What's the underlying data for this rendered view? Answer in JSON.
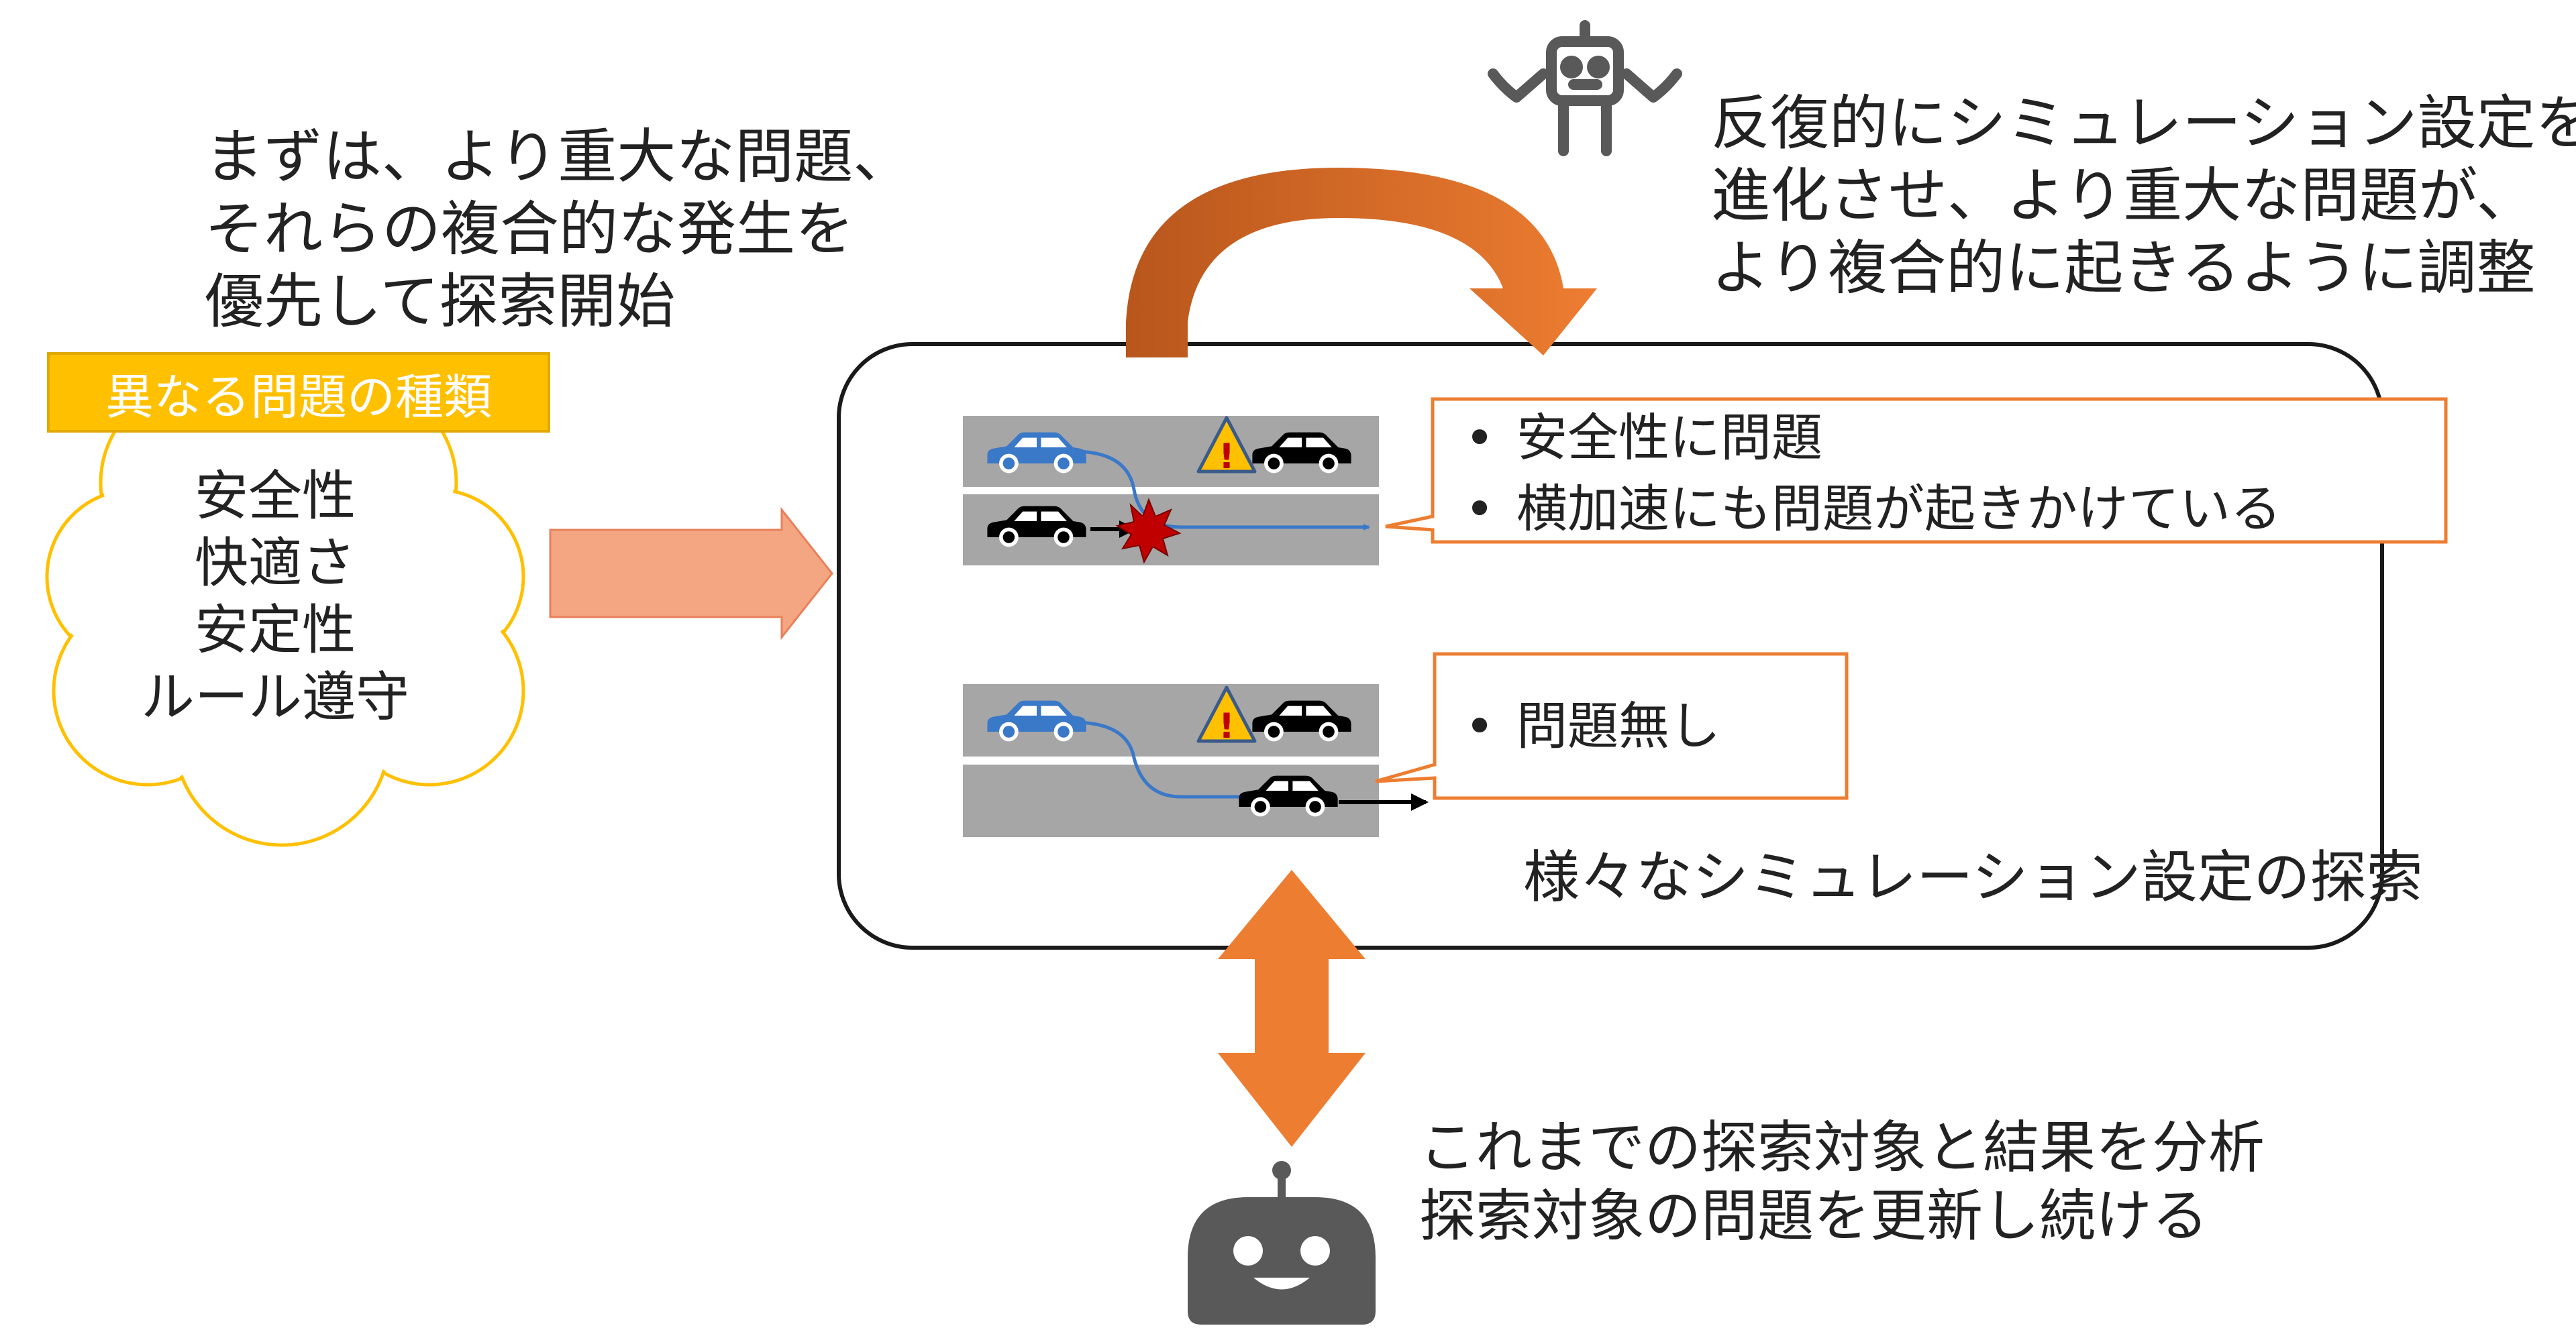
{
  "intro": {
    "lines": [
      "まずは、より重大な問題、",
      "それらの複合的な発生を",
      "優先して探索開始"
    ]
  },
  "problem_types": {
    "tag": "異なる問題の種類",
    "items": [
      "安全性",
      "快適さ",
      "安定性",
      "ルール遵守"
    ]
  },
  "evolve_note": {
    "lines": [
      "反復的にシミュレーション設定を",
      "進化させ、より重大な問題が、",
      "より複合的に起きるように調整"
    ]
  },
  "scenarios": [
    {
      "bullets": [
        "安全性に問題",
        "横加速にも問題が起きかけている"
      ]
    },
    {
      "bullets": [
        "問題無し"
      ]
    }
  ],
  "exploration_label": "様々なシミュレーション設定の探索",
  "analysis_note": {
    "lines": [
      "これまでの探索対象と結果を分析",
      "探索対象の問題を更新し続ける"
    ]
  },
  "bullet_char": "•",
  "warning_glyph": "!",
  "colors": {
    "accent_orange": "#ed7d31",
    "callout_border": "#ed7d31",
    "tag_fill": "#ffc000",
    "cloud_border": "#ffc000",
    "road": "#a6a6a6",
    "blue_car": "#3a78c8",
    "black_car": "#000000",
    "crash": "#c00000",
    "salmon_arrow": "#f4a582",
    "robot_gray": "#595959"
  },
  "icons": [
    "robot-icon",
    "robot-antenna-icon",
    "warning-icon",
    "car-icon",
    "crash-icon"
  ]
}
